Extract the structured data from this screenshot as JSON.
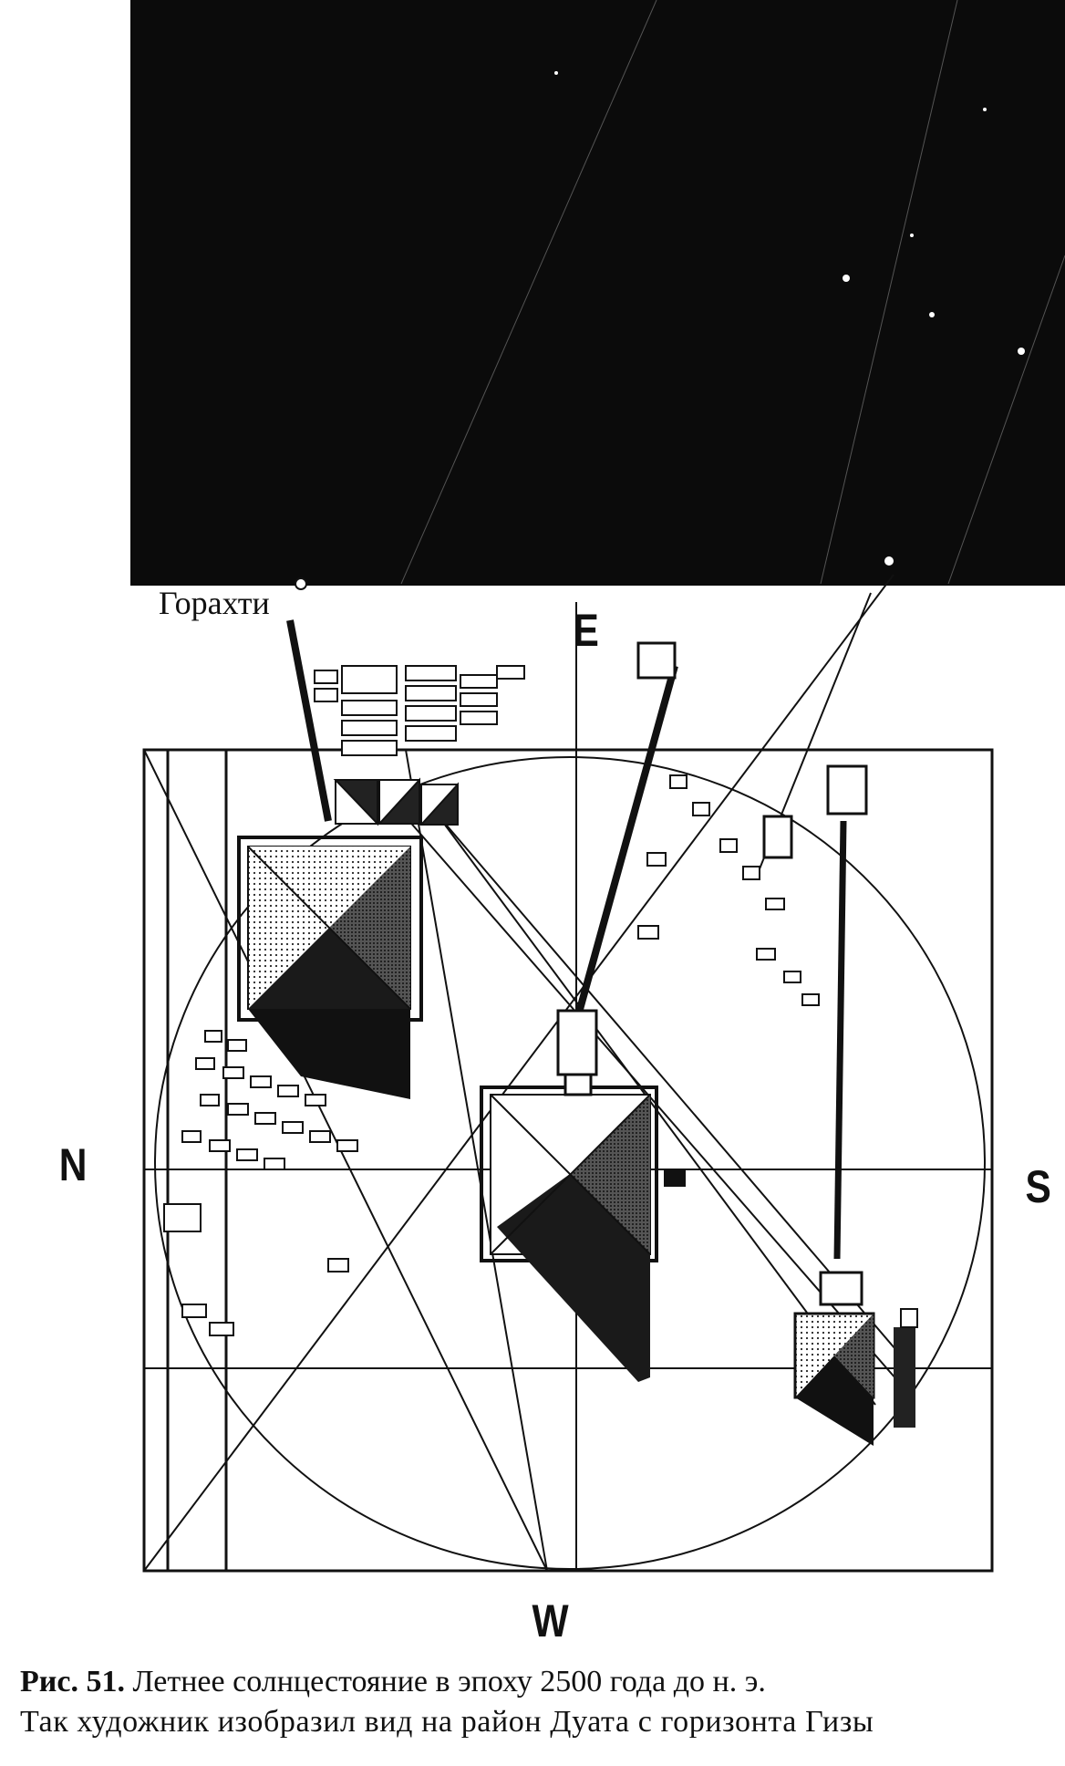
{
  "figure": {
    "label_horakhty": "Горахти",
    "directions": {
      "east": "E",
      "north": "N",
      "south": "S",
      "west": "W"
    }
  },
  "caption": {
    "figure_number": "Рис. 51.",
    "line1": " Летнее солнцестояние в эпоху 2500 года до н. э.",
    "line2": "Так художник изобразил вид на район Дуата с горизонта Гизы"
  },
  "colors": {
    "sky": "#0b0b0b",
    "ink": "#111111",
    "paper": "#ffffff"
  }
}
